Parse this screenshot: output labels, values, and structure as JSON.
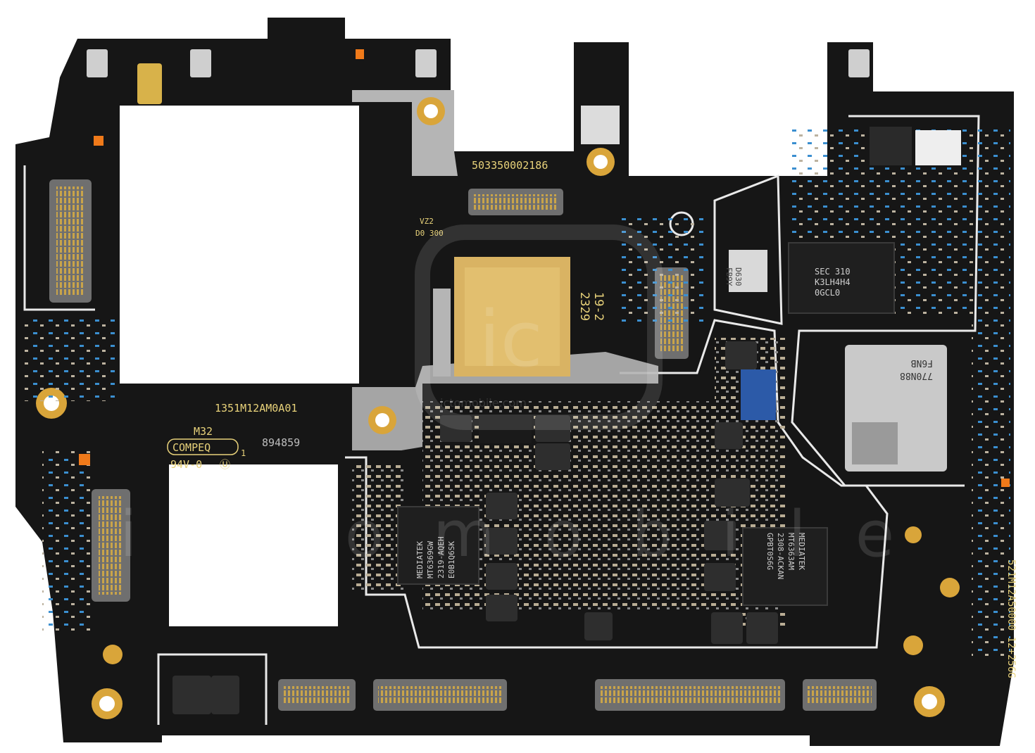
{
  "board": {
    "part_number": "503350002186",
    "model_code": "1351M12AM0A01",
    "ul_code": "M32",
    "maker": "COMPEQ",
    "maker_suffix": "1",
    "flame_rating": "94V-0",
    "ul_mark": "Ⓤ",
    "lot_number": "894859",
    "date_code": "2329",
    "date_code_line2": "19-2",
    "vz_label": "VZ2",
    "vz_code": "D0 300",
    "side_code": "521M12A50000 12+256G"
  },
  "chips": {
    "memory": {
      "line1": "SEC 310",
      "line2": "K3LH4H4",
      "line3": "0GCL0"
    },
    "pmic_left": {
      "line1": "MEDIATEK",
      "line2": "MT6369GW",
      "line3": "2319-AQEH",
      "line4": "E0B1Q6SK"
    },
    "pmic_right": {
      "line1": "MEDIATEK",
      "line2": "MT6363AM",
      "line3": "2308-ACKAN",
      "line4": "GPBT0S6G"
    },
    "rf_module": {
      "line1": "770N88",
      "line2": "F6NB"
    },
    "small_qfn": {
      "line1": "D630",
      "line2": "FB9Y"
    }
  },
  "watermark": {
    "logo": "ic",
    "site": "ictomobile.com",
    "big": "ictomobile"
  },
  "colors": {
    "pcb": "#161616",
    "trace": "#e9e9e9",
    "gold": "#d9a53a",
    "silk": "#e8d27a",
    "shield": "#b5b5b5",
    "pad": "#b9ad95"
  }
}
